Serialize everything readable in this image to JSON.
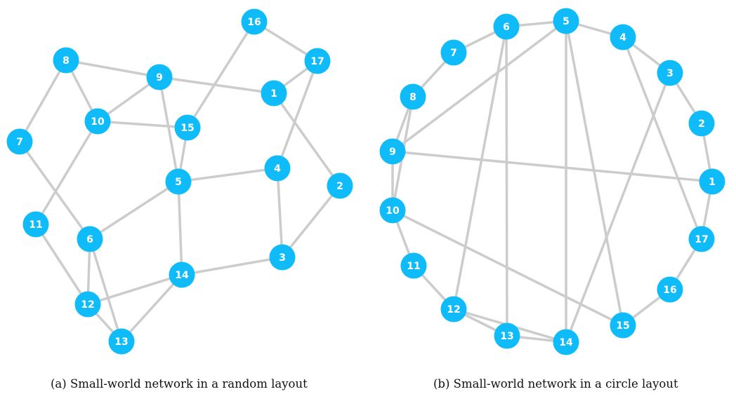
{
  "colors": {
    "node_fill": "#0fbcf9",
    "node_text": "#ffffff",
    "edge": "#cccccc"
  },
  "graph": {
    "nodes": [
      "1",
      "2",
      "3",
      "4",
      "5",
      "6",
      "7",
      "8",
      "9",
      "10",
      "11",
      "12",
      "13",
      "14",
      "15",
      "16",
      "17"
    ],
    "edges": [
      [
        "1",
        "2"
      ],
      [
        "1",
        "9"
      ],
      [
        "1",
        "17"
      ],
      [
        "2",
        "3"
      ],
      [
        "3",
        "4"
      ],
      [
        "3",
        "14"
      ],
      [
        "4",
        "5"
      ],
      [
        "4",
        "17"
      ],
      [
        "5",
        "6"
      ],
      [
        "5",
        "9"
      ],
      [
        "5",
        "14"
      ],
      [
        "5",
        "15"
      ],
      [
        "6",
        "7"
      ],
      [
        "6",
        "12"
      ],
      [
        "6",
        "13"
      ],
      [
        "7",
        "8"
      ],
      [
        "8",
        "9"
      ],
      [
        "8",
        "10"
      ],
      [
        "9",
        "10"
      ],
      [
        "10",
        "11"
      ],
      [
        "10",
        "15"
      ],
      [
        "11",
        "12"
      ],
      [
        "12",
        "13"
      ],
      [
        "12",
        "14"
      ],
      [
        "13",
        "14"
      ],
      [
        "15",
        "16"
      ],
      [
        "16",
        "17"
      ]
    ]
  },
  "panels": [
    {
      "id": "a",
      "caption": "(a) Small-world network in a random layout"
    },
    {
      "id": "b",
      "caption": "(b) Small-world network in a circle layout"
    }
  ]
}
